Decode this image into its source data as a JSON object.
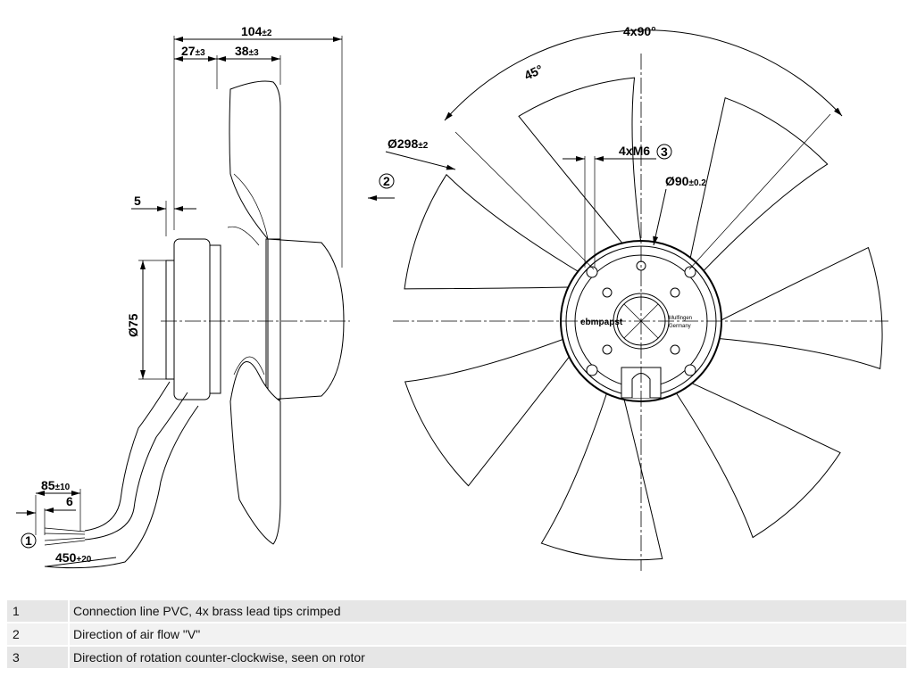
{
  "side_view": {
    "dim_overall": "104",
    "dim_overall_tol": "±2",
    "dim_a": "27",
    "dim_a_tol": "±3",
    "dim_b": "38",
    "dim_b_tol": "±3",
    "dim_5": "5",
    "dim_dia75": "Ø75",
    "dim_lead": "85",
    "dim_lead_tol": "±10",
    "dim_6": "6",
    "dim_cable": "450",
    "dim_cable_tol": "+20",
    "marker_1": "1"
  },
  "front_view": {
    "dim_angle_all": "4x90°",
    "dim_angle": "45°",
    "dim_dia298": "Ø298",
    "dim_dia298_tol": "±2",
    "dim_thread": "4xM6",
    "marker_3": "3",
    "dim_dia90": "Ø90",
    "dim_dia90_tol": "±0.2",
    "marker_2": "2",
    "hub_logo": "ebmpapst",
    "hub_text_1": "Mulfingen",
    "hub_text_2": "Germany",
    "blade_count": 7
  },
  "legend": [
    {
      "num": "1",
      "text": "Connection line PVC, 4x brass lead tips crimped"
    },
    {
      "num": "2",
      "text": "Direction of air flow \"V\""
    },
    {
      "num": "3",
      "text": "Direction of rotation counter-clockwise, seen on rotor"
    }
  ]
}
